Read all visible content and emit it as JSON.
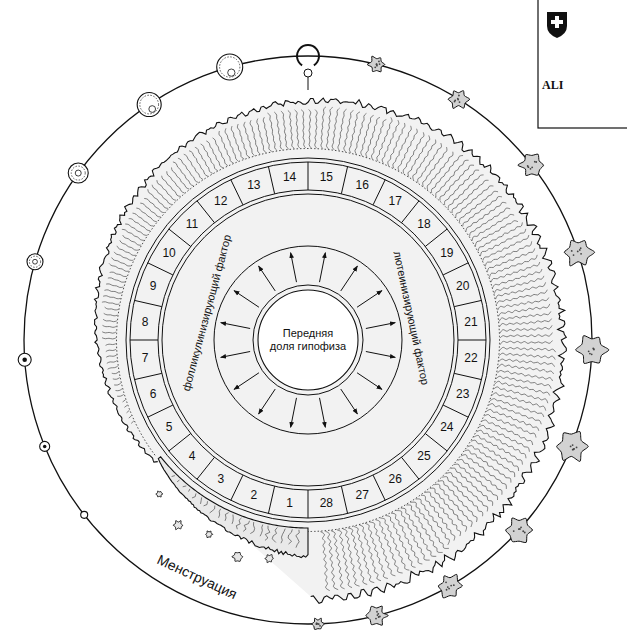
{
  "diagram": {
    "nodes": [
      {
        "text": [
          "Передняя доля гипофиза"
        ]
      }
    ],
    "labels": [
      "фолликулинизирующий фактор",
      "лютеинизирующий фактор",
      "1",
      "2",
      "3",
      "4",
      "5",
      "6",
      "7",
      "8",
      "9",
      "10",
      "11",
      "12",
      "13",
      "14",
      "15",
      "16",
      "17",
      "18",
      "19",
      "20",
      "21",
      "22",
      "23",
      "24",
      "25",
      "26",
      "27",
      "28",
      "Менструация",
      "ALI"
    ]
  }
}
